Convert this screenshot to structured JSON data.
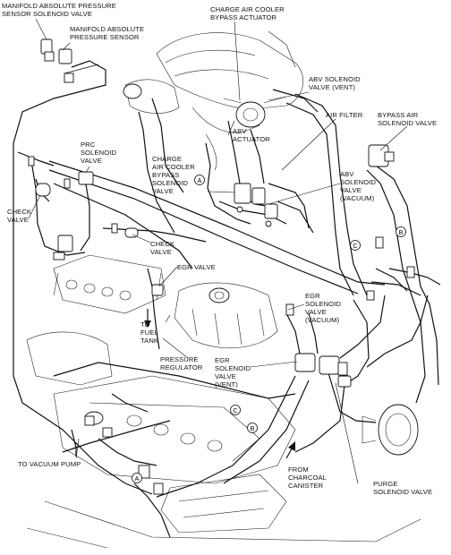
{
  "labels": {
    "map_sensor_solenoid": [
      "MANIFOLD ABSOLUTE PRESSURE",
      "SENSOR SOLENOID VALVE"
    ],
    "map_sensor": [
      "MANIFOLD ABSOLUTE",
      "PRESSURE SENSOR"
    ],
    "cac_bypass_actuator": [
      "CHARGE AIR COOLER",
      "BYPASS ACTUATOR"
    ],
    "abv_solenoid_vent": [
      "ABV SOLENOID",
      "VALVE (VENT)"
    ],
    "air_filter": [
      "AIR FILTER"
    ],
    "bypass_air_solenoid": [
      "BYPASS AIR",
      "SOLENOID VALVE"
    ],
    "abv_actuator": [
      "ABV",
      "ACTUATOR"
    ],
    "prc_solenoid": [
      "PRC",
      "SOLENOID",
      "VALVE"
    ],
    "cac_bypass_solenoid": [
      "CHARGE",
      "AIR COOLER",
      "BYPASS",
      "SOLENOID",
      "VALVE"
    ],
    "abv_solenoid_vacuum": [
      "ABV",
      "SOLENOID",
      "VALVE",
      "(VACUUM)"
    ],
    "check_valve_left": [
      "CHECK",
      "VALVE"
    ],
    "check_valve_center": [
      "CHECK",
      "VALVE"
    ],
    "egr_valve": [
      "EGR VALVE"
    ],
    "egr_solenoid_vacuum": [
      "EGR",
      "SOLENOID",
      "VALVE",
      "(VACUUM)"
    ],
    "to_fuel_tank": [
      "TO",
      "FUEL",
      "TANK"
    ],
    "pressure_regulator": [
      "PRESSURE",
      "REGULATOR"
    ],
    "egr_solenoid_vent": [
      "EGR",
      "SOLENOID",
      "VALVE",
      "(VENT)"
    ],
    "to_vacuum_pump": [
      "TO VACUUM PUMP"
    ],
    "from_charcoal_canister": [
      "FROM",
      "CHARCOAL",
      "CANISTER"
    ],
    "purge_solenoid": [
      "PURGE",
      "SOLENOID VALVE"
    ]
  },
  "markers": {
    "a": "A",
    "b": "B",
    "c": "C"
  }
}
